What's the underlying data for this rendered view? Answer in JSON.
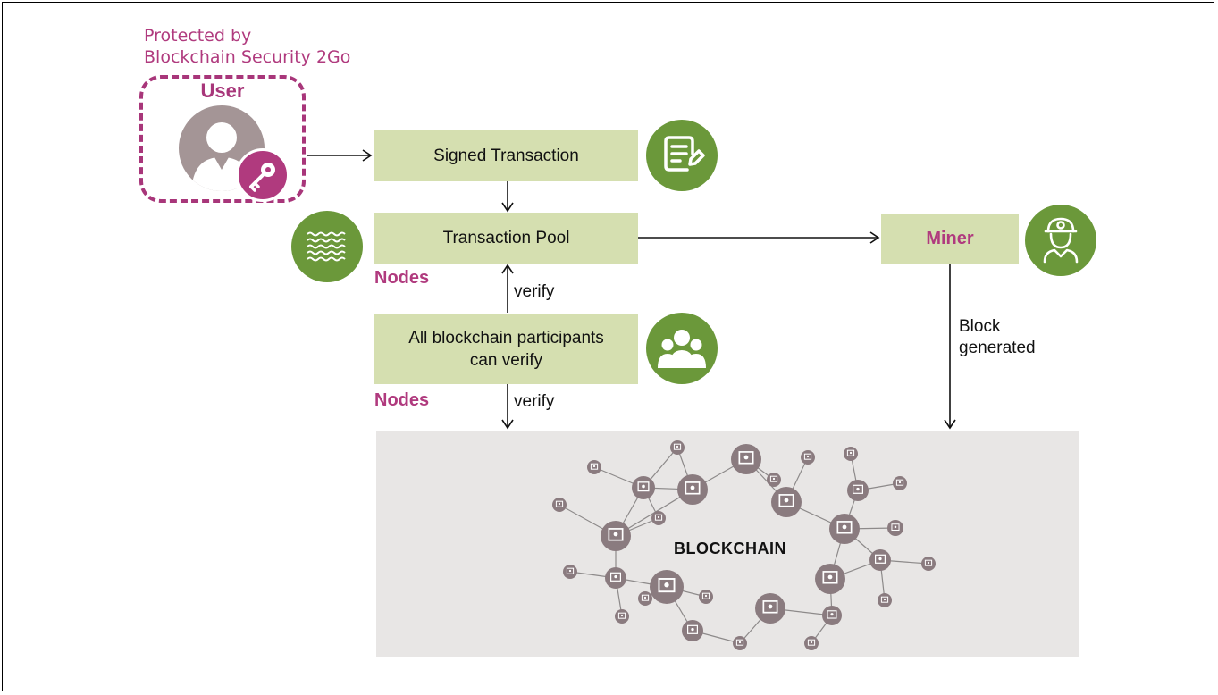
{
  "caption": {
    "line1": "Protected by",
    "line2": "Blockchain Security 2Go"
  },
  "user": {
    "label": "User",
    "avatar_icon": "user-icon",
    "badge_icon": "key-icon"
  },
  "boxes": {
    "signed_transaction": "Signed Transaction",
    "transaction_pool": "Transaction Pool",
    "participants_line1": "All blockchain participants",
    "participants_line2": "can verify",
    "miner": "Miner"
  },
  "labels": {
    "nodes_upper": "Nodes",
    "nodes_lower": "Nodes",
    "verify_upper": "verify",
    "verify_lower": "verify",
    "block_line1": "Block",
    "block_line2": "generated",
    "blockchain": "BLOCKCHAIN"
  },
  "icons": {
    "signed": "document-pen-icon",
    "pool": "waves-icon",
    "participants": "group-icon",
    "miner": "miner-helmet-icon",
    "node": "computer-node-icon"
  },
  "colors": {
    "accent": "#b03a7e",
    "green": "#6b983a",
    "box": "#d5dfb0",
    "node": "#8a7b7f",
    "panel": "#e8e6e5"
  }
}
